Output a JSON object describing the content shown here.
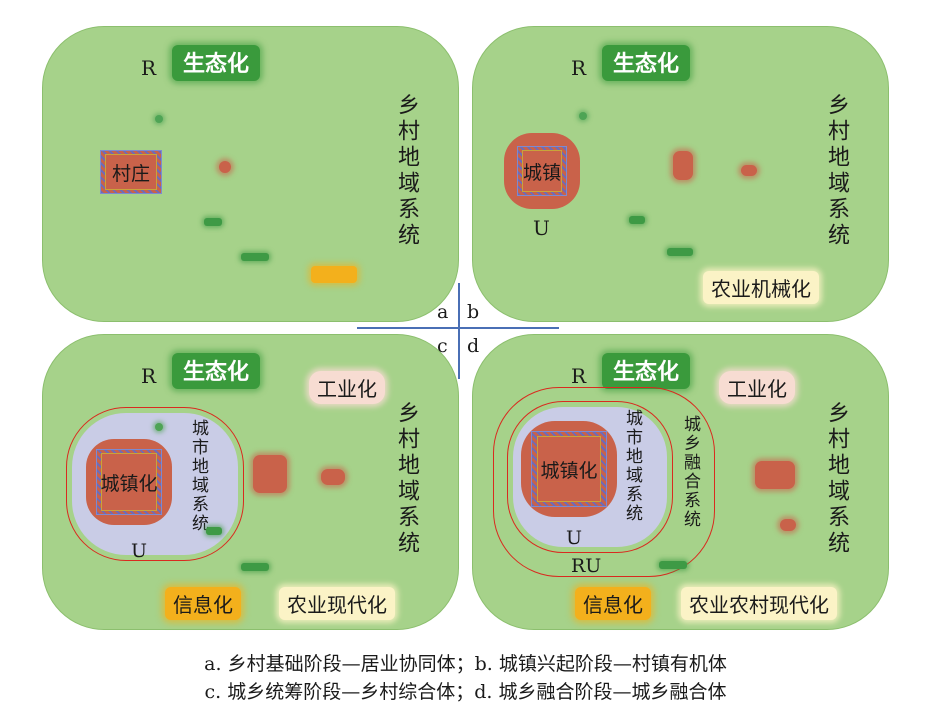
{
  "common": {
    "eco": "生态化",
    "rural_system": "乡村地域系统",
    "R": "R",
    "U": "U",
    "RU": "RU"
  },
  "panel_a": {
    "village": "村庄"
  },
  "panel_b": {
    "town": "城镇",
    "agri_mech": "农业机械化"
  },
  "panel_c": {
    "urbanization": "城镇化",
    "urban_system": "城市地域系统",
    "industrialization": "工业化",
    "informatization": "信息化",
    "agri_modern": "农业现代化"
  },
  "panel_d": {
    "urbanization": "城镇化",
    "urban_system": "城市地域系统",
    "fusion_system": "城乡融合系统",
    "industrialization": "工业化",
    "informatization": "信息化",
    "agri_rural_modern": "农业农村现代化"
  },
  "axis": {
    "a": "a",
    "b": "b",
    "c": "c",
    "d": "d"
  },
  "caption": {
    "line1": "a. 乡村基础阶段—居业协同体；b. 城镇兴起阶段—村镇有机体",
    "line2": "c. 城乡统筹阶段—乡村综合体；d. 城乡融合阶段—城乡融合体"
  },
  "colors": {
    "panel": "#a6d28a",
    "eco_badge": "#3a9a3c",
    "settlement": "#c9624a",
    "city_region": "#c9cce6",
    "fusion_ring": "#d92a1f",
    "gold": "#f3b01c",
    "axis": "#4a6fb5"
  }
}
